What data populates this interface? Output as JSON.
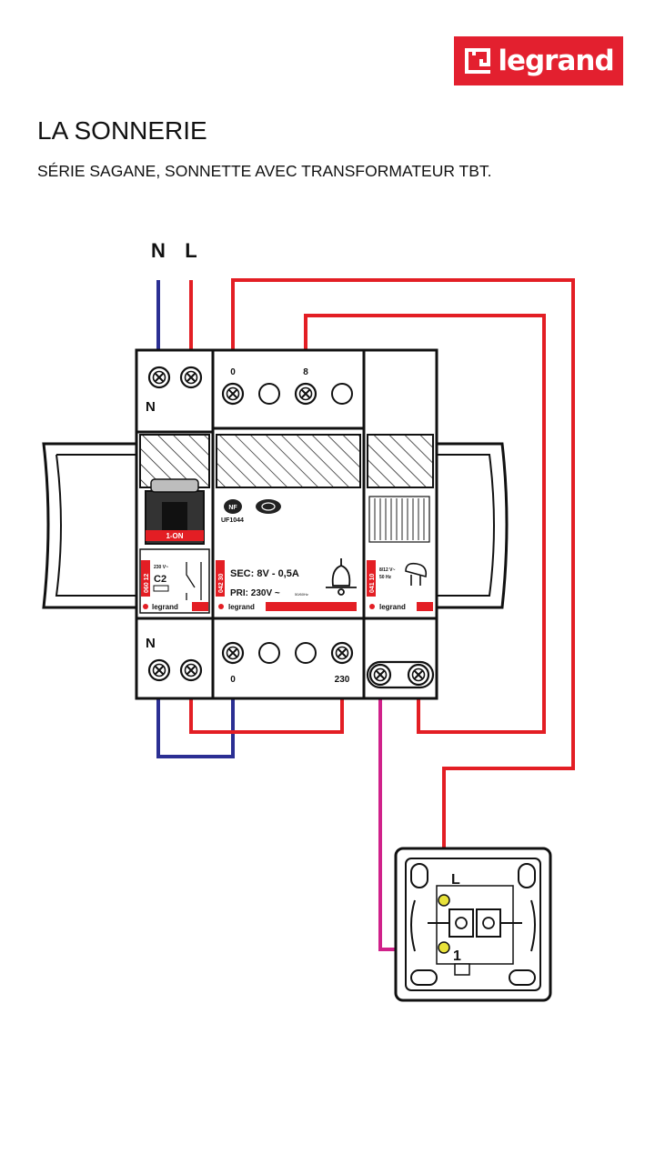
{
  "brand": {
    "name": "legrand",
    "accent": "#e3202f"
  },
  "header": {
    "title": "LA SONNERIE",
    "subtitle": "SÉRIE SAGANE, SONNETTE AVEC TRANSFORMATEUR TBT."
  },
  "diagram": {
    "supply": {
      "neutral": "N",
      "live": "L"
    },
    "breaker": {
      "top_terminal": "N",
      "bottom_terminal": "N",
      "ref": "060 12",
      "rating": "230 V~",
      "type": "C2",
      "switch": "1-ON",
      "brand": "legrand"
    },
    "transformer": {
      "top_terminals": [
        "0",
        "8"
      ],
      "bottom_terminals": [
        "0",
        "230"
      ],
      "cert": "NF",
      "std": "UF1044",
      "ref": "042 30",
      "sec": "SEC: 8V - 0,5A",
      "pri": "PRI: 230V ~",
      "freq": "50/60Hz",
      "brand": "legrand"
    },
    "bell_module": {
      "ref": "041 10",
      "rating": "8/12 V~",
      "freq": "50 Hz",
      "brand": "legrand"
    },
    "pushbutton": {
      "terminal_live": "L",
      "terminal_out": "1"
    },
    "colors": {
      "neutral": "#2b2f93",
      "live": "#e31e24",
      "bell": "#d0218a",
      "outline": "#111111"
    }
  }
}
